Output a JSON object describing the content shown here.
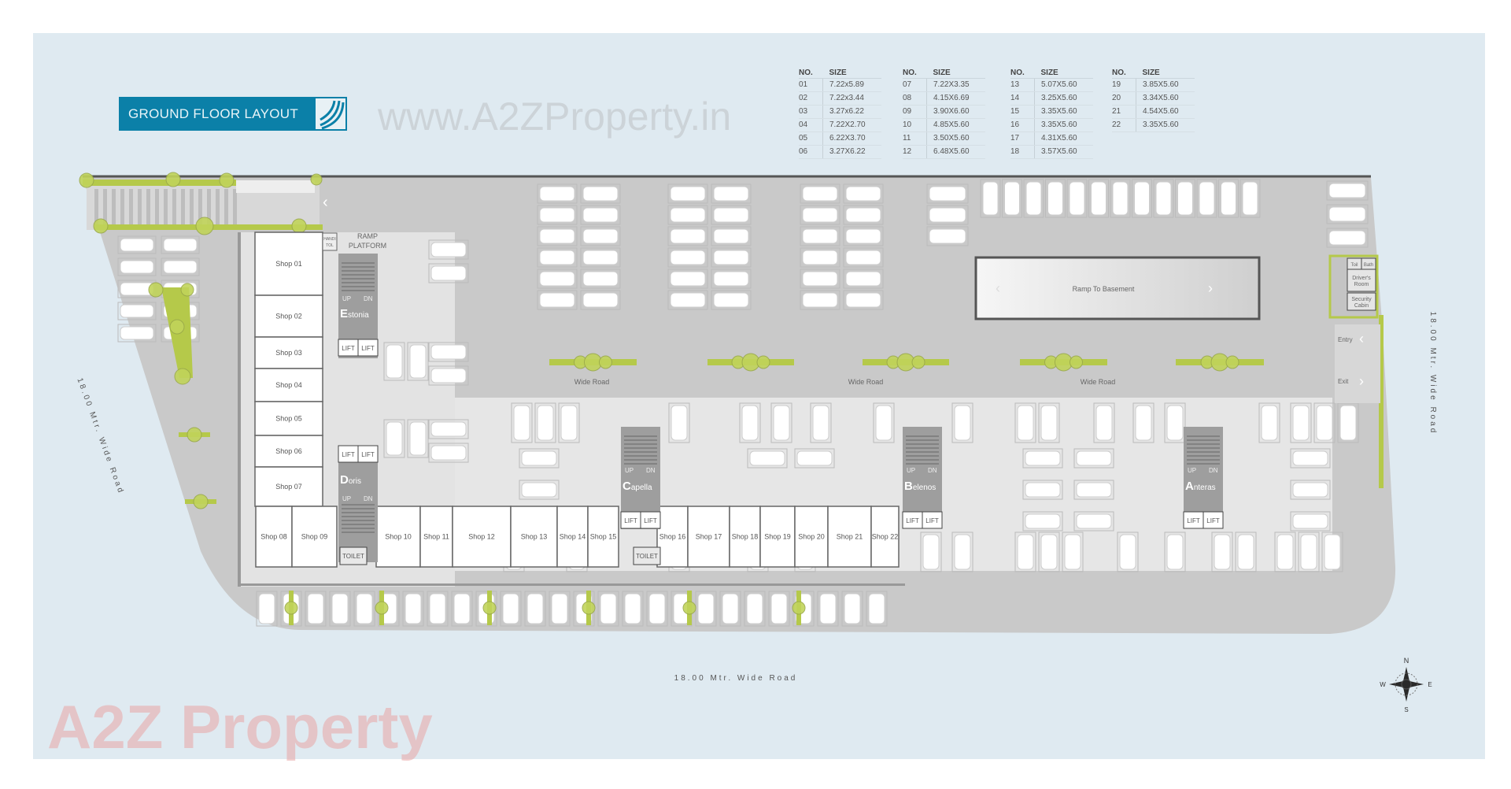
{
  "title": "GROUND FLOOR LAYOUT",
  "size_table": {
    "header_no": "NO.",
    "header_size": "SIZE",
    "columns": [
      [
        [
          "01",
          "7.22x5.89"
        ],
        [
          "02",
          "7.22x3.44"
        ],
        [
          "03",
          "3.27x6.22"
        ],
        [
          "04",
          "7.22X2.70"
        ],
        [
          "05",
          "6.22X3.70"
        ],
        [
          "06",
          "3.27X6.22"
        ]
      ],
      [
        [
          "07",
          "7.22X3.35"
        ],
        [
          "08",
          "4.15X6.69"
        ],
        [
          "09",
          "3.90X6.60"
        ],
        [
          "10",
          "4.85X5.60"
        ],
        [
          "11",
          "3.50X5.60"
        ],
        [
          "12",
          "6.48X5.60"
        ]
      ],
      [
        [
          "13",
          "5.07X5.60"
        ],
        [
          "14",
          "3.25X5.60"
        ],
        [
          "15",
          "3.35X5.60"
        ],
        [
          "16",
          "3.35X5.60"
        ],
        [
          "17",
          "4.31X5.60"
        ],
        [
          "18",
          "3.57X5.60"
        ]
      ],
      [
        [
          "19",
          "3.85X5.60"
        ],
        [
          "20",
          "3.34X5.60"
        ],
        [
          "21",
          "4.54X5.60"
        ],
        [
          "22",
          "3.35X5.60"
        ]
      ]
    ]
  },
  "shops": [
    "Shop 01",
    "Shop 02",
    "Shop 03",
    "Shop 04",
    "Shop 05",
    "Shop 06",
    "Shop 07",
    "Shop 08",
    "Shop 09",
    "Shop 10",
    "Shop 11",
    "Shop 12",
    "Shop 13",
    "Shop 14",
    "Shop 15",
    "Shop 16",
    "Shop 17",
    "Shop 18",
    "Shop 19",
    "Shop 20",
    "Shop 21",
    "Shop 22"
  ],
  "cores": [
    {
      "initial": "E",
      "rest": "stonia"
    },
    {
      "initial": "D",
      "rest": "oris"
    },
    {
      "initial": "C",
      "rest": "apella"
    },
    {
      "initial": "B",
      "rest": "elenos"
    },
    {
      "initial": "A",
      "rest": "nteras"
    }
  ],
  "labels": {
    "lift": "LIFT",
    "toilet": "TOILET",
    "up": "UP",
    "dn": "DN",
    "ramp_platform_1": "RAMP",
    "ramp_platform_2": "PLATFORM",
    "handi_1": "HANDI",
    "handi_2": "TOL",
    "ramp_to_basement": "Ramp To Basement",
    "wide_road": "Wide Road",
    "entry": "Entry",
    "exit": "Exit",
    "toil": "Toil",
    "bath": "Bath",
    "drivers_room_1": "Driver's",
    "drivers_room_2": "Room",
    "security_1": "Security",
    "security_2": "Cabin",
    "road_bottom": "18.00 Mtr. Wide Road",
    "road_left": "18.00 Mtr. Wide Road",
    "road_right": "18.00 Mtr. Wide Road"
  },
  "compass": {
    "n": "N",
    "s": "S",
    "e": "E",
    "w": "W"
  },
  "watermark": {
    "main": "A2Z Property",
    "url": "www.A2ZProperty.in"
  },
  "colors": {
    "accent": "#0b80a8",
    "background": "#dfeaf1",
    "site": "#c8c8c8",
    "green": "#b5c94a"
  }
}
